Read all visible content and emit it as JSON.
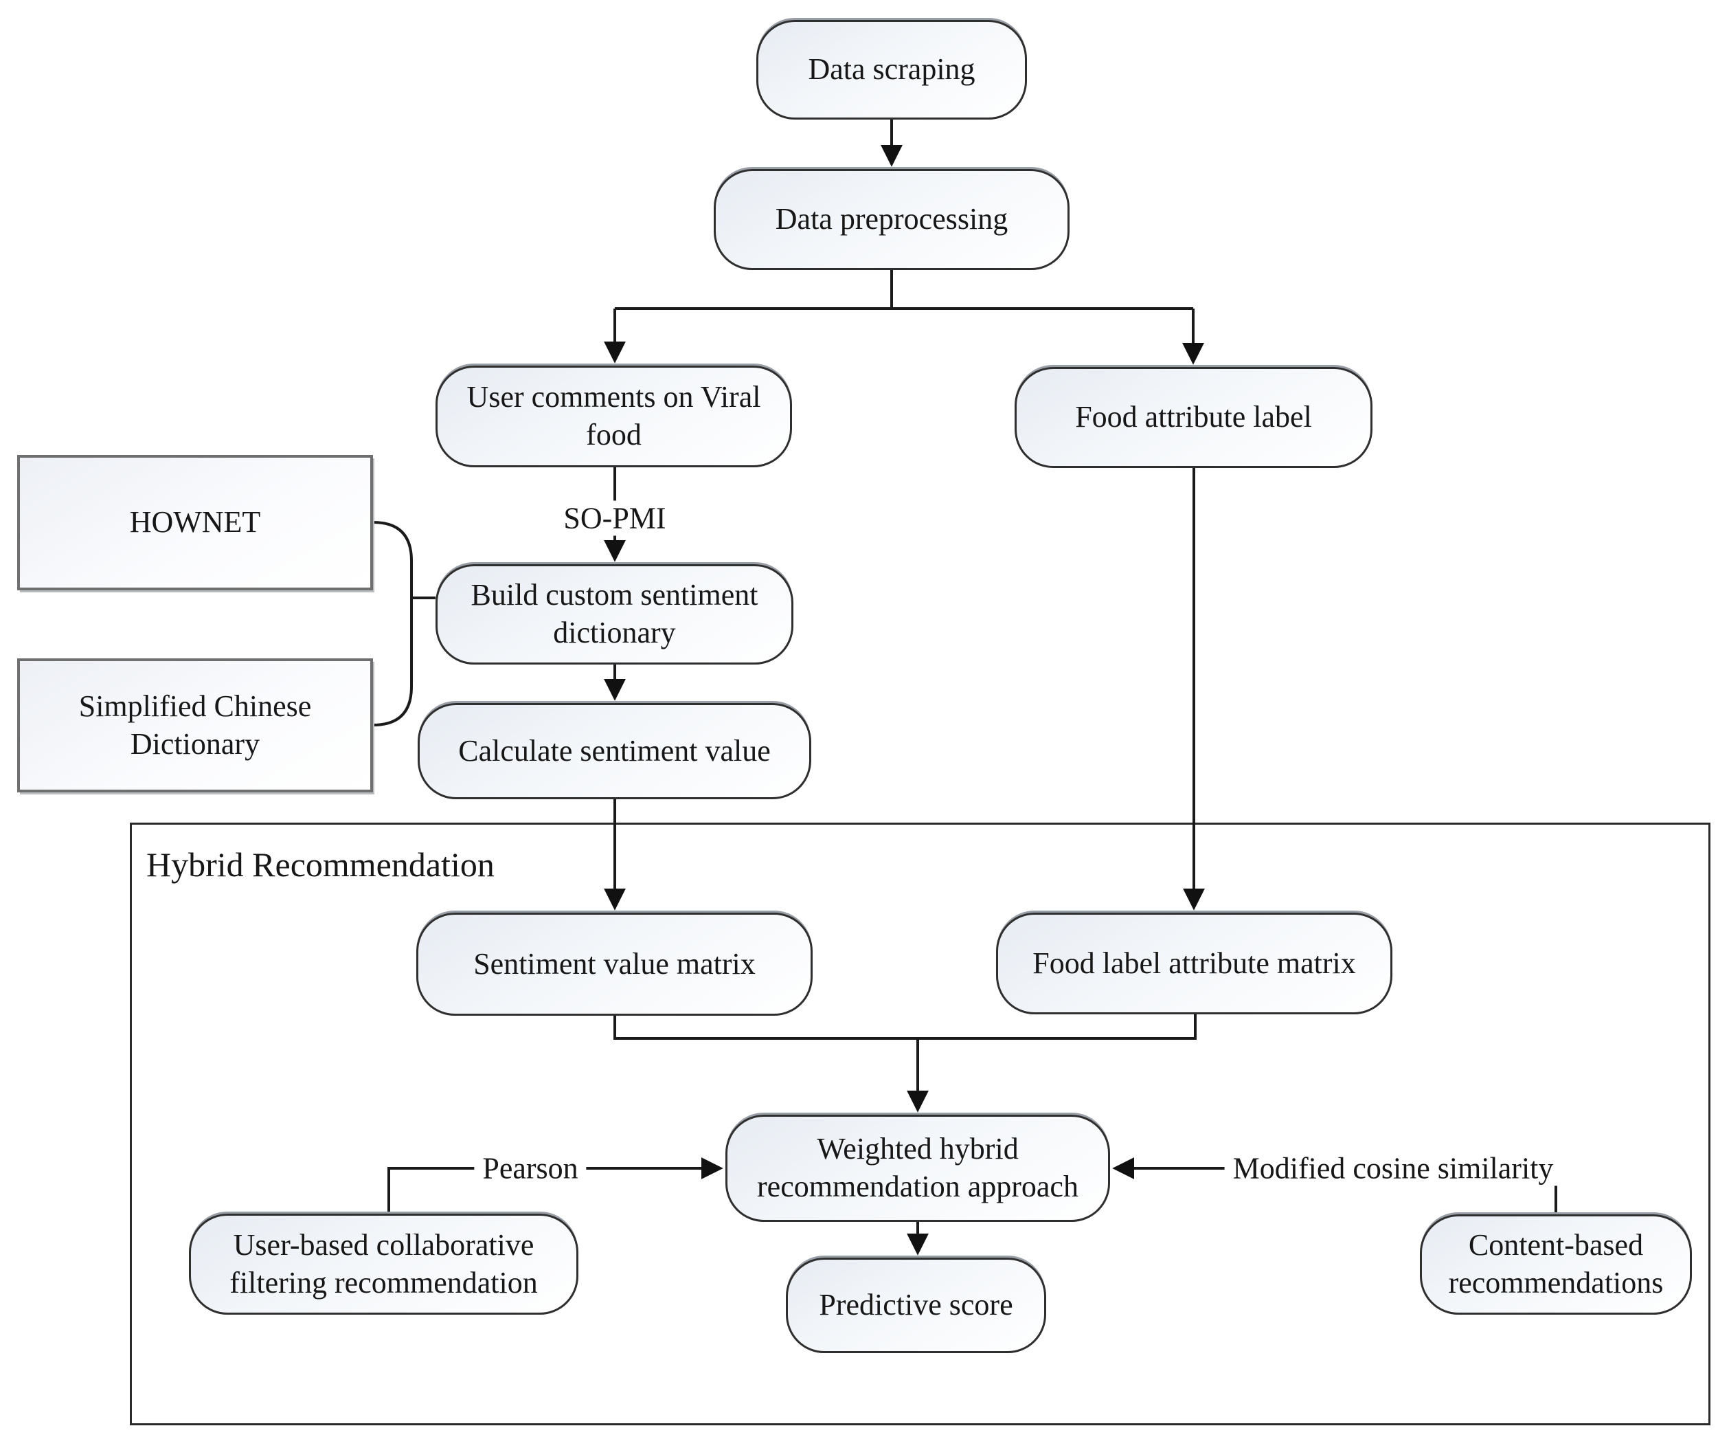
{
  "diagram": {
    "container": {
      "label": "Hybrid Recommendation"
    },
    "nodes": [
      {
        "id": "data-scraping",
        "label": "Data scraping",
        "shape": "rounded"
      },
      {
        "id": "data-preprocessing",
        "label": "Data preprocessing",
        "shape": "rounded"
      },
      {
        "id": "user-comments-viral-food",
        "label": "User comments on Viral food",
        "shape": "rounded"
      },
      {
        "id": "food-attribute-label",
        "label": "Food attribute label",
        "shape": "rounded"
      },
      {
        "id": "hownet",
        "label": "HOWNET",
        "shape": "rect"
      },
      {
        "id": "simplified-chinese-dictionary",
        "label": "Simplified Chinese Dictionary",
        "shape": "rect"
      },
      {
        "id": "build-custom-sentiment-dictionary",
        "label": "Build custom sentiment dictionary",
        "shape": "rounded"
      },
      {
        "id": "calculate-sentiment-value",
        "label": "Calculate sentiment value",
        "shape": "rounded"
      },
      {
        "id": "sentiment-value-matrix",
        "label": "Sentiment value matrix",
        "shape": "rounded"
      },
      {
        "id": "food-label-attribute-matrix",
        "label": "Food label attribute matrix",
        "shape": "rounded"
      },
      {
        "id": "weighted-hybrid-recommendation-approach",
        "label": "Weighted hybrid recommendation approach",
        "shape": "rounded"
      },
      {
        "id": "user-based-collaborative-filtering",
        "label": "User-based collaborative filtering recommendation",
        "shape": "rounded"
      },
      {
        "id": "content-based-recommendations",
        "label": "Content-based recommendations",
        "shape": "rounded"
      },
      {
        "id": "predictive-score",
        "label": "Predictive score",
        "shape": "rounded"
      }
    ],
    "edge_labels": [
      {
        "id": "so-pmi",
        "text": "SO-PMI"
      },
      {
        "id": "pearson",
        "text": "Pearson"
      },
      {
        "id": "modified-cosine",
        "text": "Modified cosine similarity"
      }
    ],
    "colors": {
      "line": "#1a1a1a",
      "node_border": "#2f2f2f",
      "rect_border": "#6f6f6f",
      "node_fill_top": "#e7ecf3",
      "background": "#ffffff"
    }
  }
}
